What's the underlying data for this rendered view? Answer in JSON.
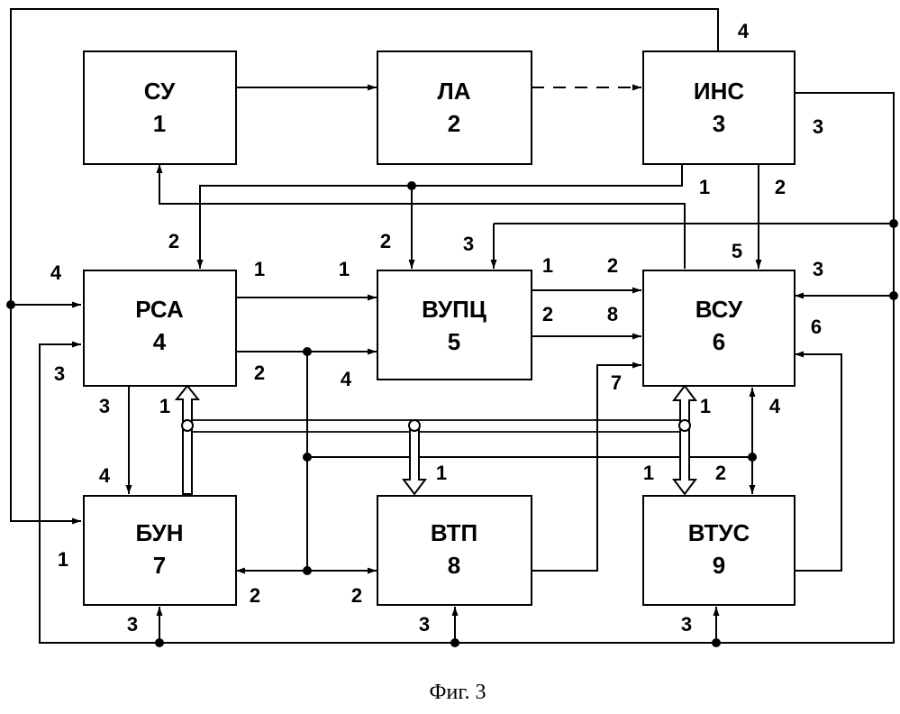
{
  "blocks": {
    "su": {
      "name": "СУ",
      "num": "1"
    },
    "la": {
      "name": "ЛА",
      "num": "2"
    },
    "ins": {
      "name": "ИНС",
      "num": "3"
    },
    "rsa": {
      "name": "РСА",
      "num": "4"
    },
    "vupc": {
      "name": "ВУПЦ",
      "num": "5"
    },
    "vsu": {
      "name": "ВСУ",
      "num": "6"
    },
    "bun": {
      "name": "БУН",
      "num": "7"
    },
    "vtp": {
      "name": "ВТП",
      "num": "8"
    },
    "vtus": {
      "name": "ВТУС",
      "num": "9"
    }
  },
  "ports": {
    "ins_out_top": "4",
    "ins_out_right": "3",
    "ins_out_bottom_left": "1",
    "ins_out_bottom_right": "2",
    "rsa_in_top": "2",
    "rsa_in_left_top": "4",
    "rsa_in_left_bottom": "3",
    "rsa_out_right_top": "1",
    "rsa_out_right_bottom": "2",
    "rsa_out_bottom": "3",
    "rsa_bus": "1",
    "vupc_in_top": "2",
    "vupc_in_left_top": "1",
    "vupc_in_left_bottom": "4",
    "vupc_out_top": "1",
    "vupc_out_bottom": "2",
    "vupc_in_top_left": "3",
    "vsu_in_left_top": "2",
    "vsu_in_left_mid": "8",
    "vsu_in_left_bottom": "7",
    "vsu_in_top": "5",
    "vsu_in_right_top": "3",
    "vsu_in_right_bottom": "6",
    "vsu_bus": "1",
    "vsu_bottom": "4",
    "bun_in_top": "4",
    "bun_left": "1",
    "bun_right": "2",
    "bun_bottom": "3",
    "vtp_bus": "1",
    "vtp_left": "2",
    "vtp_bottom": "3",
    "vtus_bus": "1",
    "vtus_top": "2",
    "vtus_bottom": "3"
  },
  "caption": "Фиг. 3"
}
